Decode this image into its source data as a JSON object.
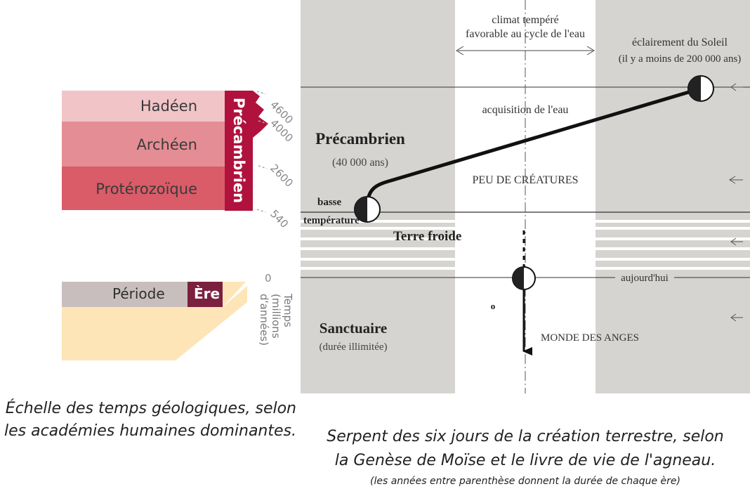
{
  "geo_scale": {
    "rows": [
      {
        "label": "Hadéen",
        "color": "#f1c4c8"
      },
      {
        "label": "Archéen",
        "color": "#e58d94"
      },
      {
        "label": "Protérozoïque",
        "color": "#d95c68"
      }
    ],
    "eon_label": "Précambrien",
    "eon_color": "#b0123d",
    "ticks": [
      "4600",
      "4000",
      "2600",
      "540",
      "0"
    ],
    "legend_period": "Période",
    "legend_ere": "Ère",
    "axis_label_lines": [
      "Temps",
      "(millions",
      "d'années)"
    ],
    "caption_lines": [
      "Échelle des temps géologiques, selon",
      "les académies humaines dominantes."
    ]
  },
  "serpent": {
    "climate_lines": [
      "climat tempéré",
      "favorable au cycle de l'eau"
    ],
    "sun_lines": [
      "éclairement du Soleil",
      "(il y a moins de 200 000 ans)"
    ],
    "acquisition_label": "acquisition de l'eau",
    "precambrien_title": "Précambrien",
    "precambrien_duration": "(40 000 ans)",
    "peu_label": "PEU DE CRÉATURES",
    "basse_lines": [
      "basse",
      "température"
    ],
    "terre_froide": "Terre froide",
    "aujourdhui": "aujourd'hui",
    "sanctuaire_title": "Sanctuaire",
    "sanctuaire_duration": "(durée illimitée)",
    "anges_label": "MONDE DES ANGES",
    "small_mark": "o",
    "colors": {
      "panel_gray": "#d6d4d0",
      "line": "#111111"
    },
    "caption_lines": [
      "Serpent des six jours de la création terrestre, selon",
      "la Genèse de Moïse et le livre de vie de l'agneau.",
      "(les années entre parenthèse donnent la durée de chaque ère)"
    ]
  }
}
